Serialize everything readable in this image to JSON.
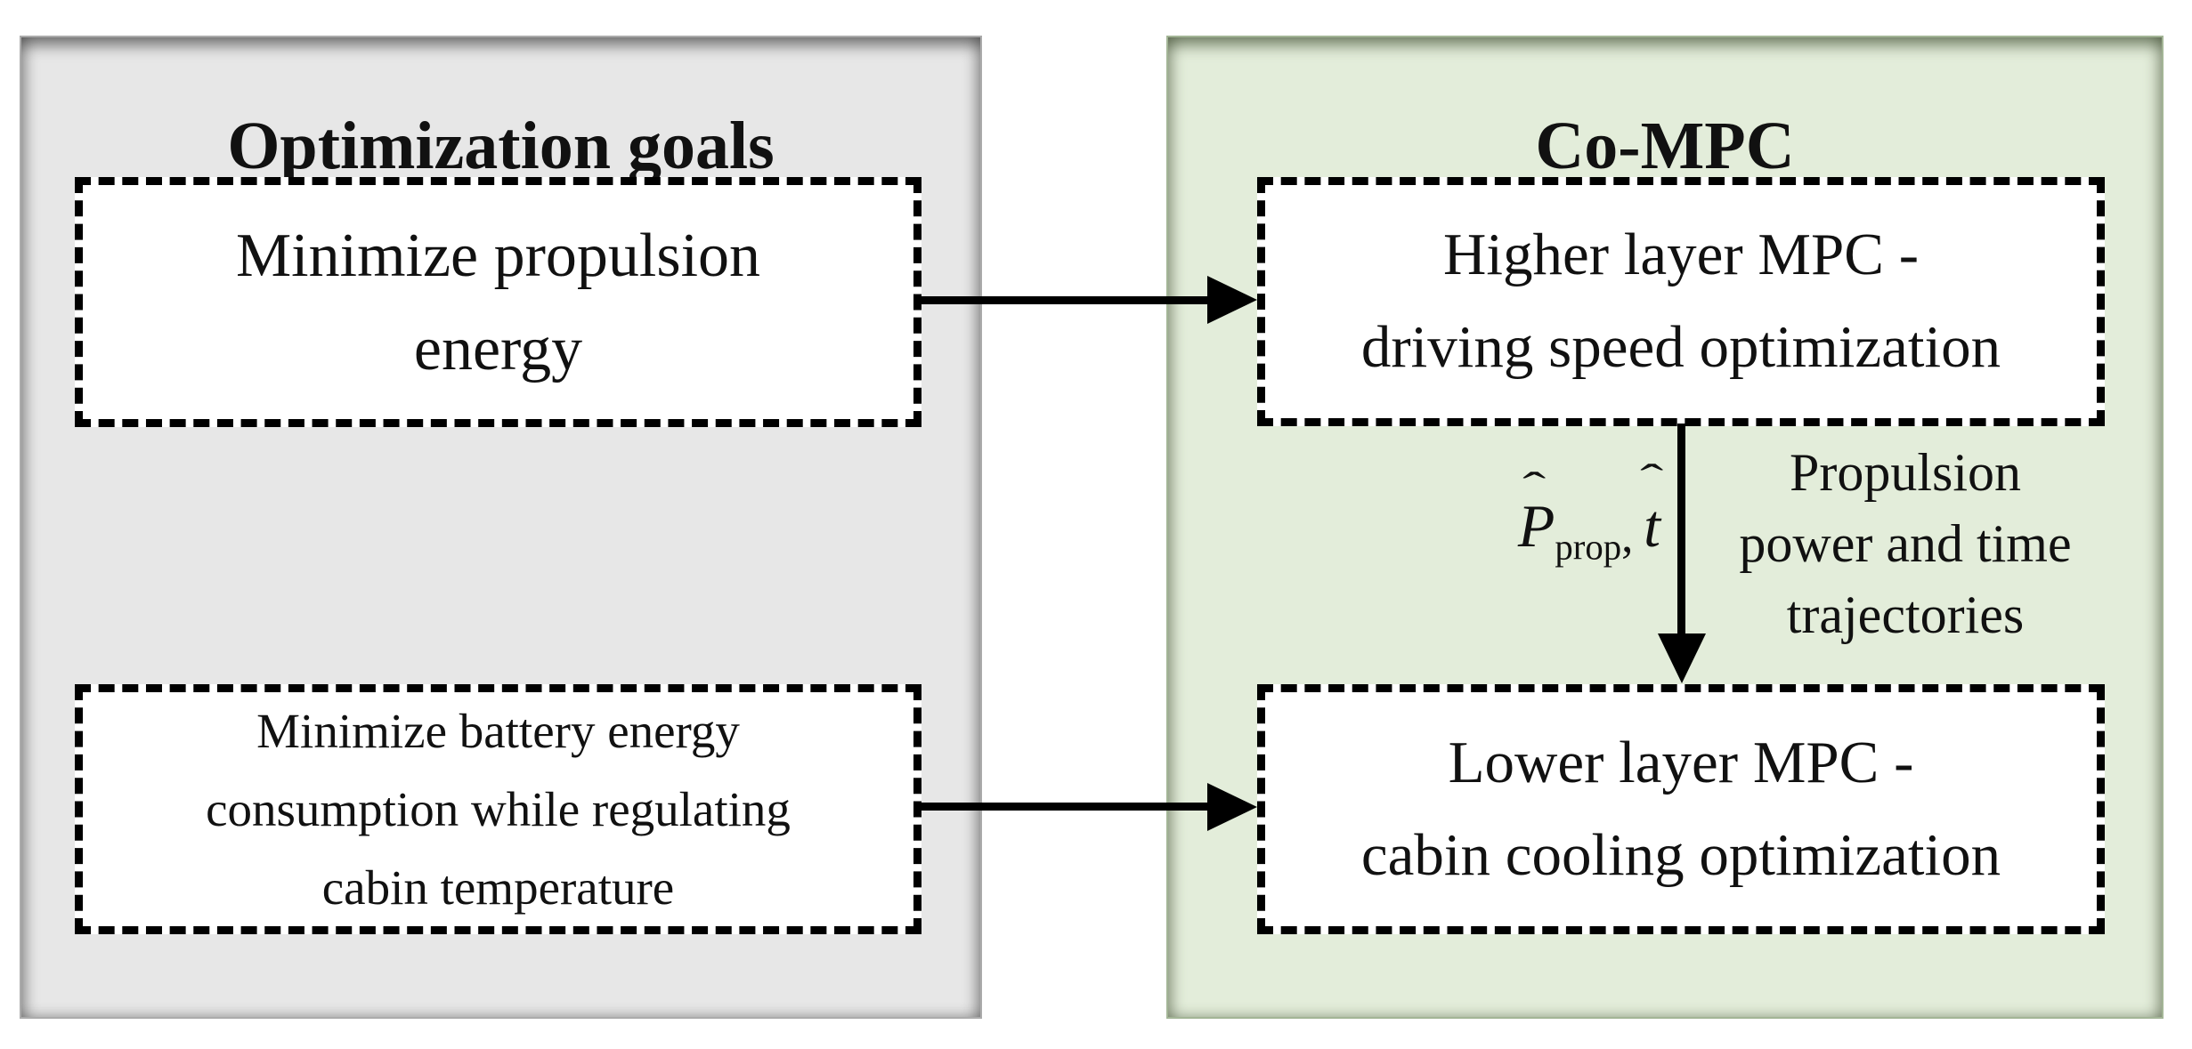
{
  "left_panel": {
    "title": "Optimization goals",
    "boxes": [
      {
        "text": "Minimize propulsion\nenergy"
      },
      {
        "text": "Minimize battery energy\nconsumption while regulating\ncabin temperature"
      }
    ]
  },
  "right_panel": {
    "title": "Co-MPC",
    "boxes": [
      {
        "text": "Higher layer MPC -\ndriving speed optimization"
      },
      {
        "text": "Lower layer MPC -\ncabin cooling optimization"
      }
    ]
  },
  "coupling_signal": {
    "hat": "ˆ",
    "p_symbol": "P",
    "p_subscript": "prop",
    "separator": ",",
    "t_symbol": "t",
    "description": "Propulsion\npower and time\ntrajectories"
  },
  "icons": {
    "arrow_right_top": "arrow-right-icon",
    "arrow_right_bottom": "arrow-right-icon",
    "arrow_down": "arrow-down-icon"
  },
  "colors": {
    "left_panel_bg": "#e7e7e7",
    "right_panel_bg": "#e3edda",
    "box_bg": "#ffffff",
    "line": "#000000",
    "text": "#111111"
  }
}
